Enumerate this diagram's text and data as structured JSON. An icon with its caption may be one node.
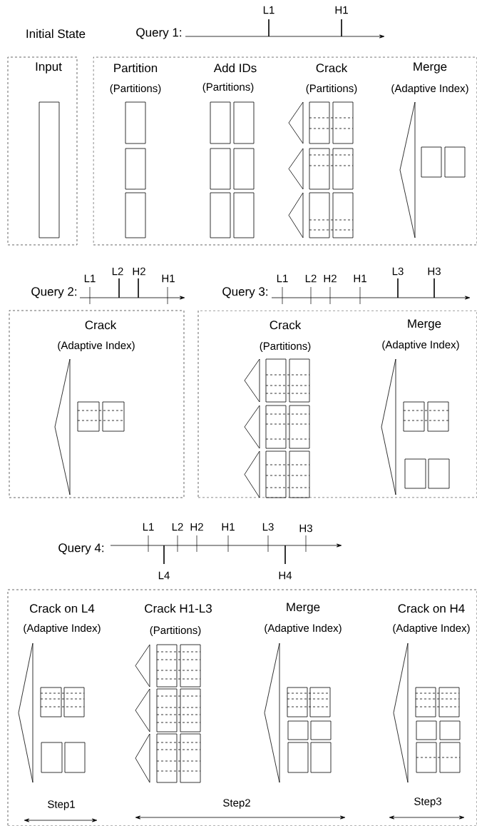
{
  "diagram": {
    "nodes": [
      {
        "text": [
          "Input"
        ]
      },
      {
        "text": [
          "Partition",
          "(Partitions)",
          "Add IDs",
          "(Partitions)",
          "Crack",
          "(Partitions)",
          "Merge",
          "(Adaptive Index)"
        ]
      },
      {
        "text": [
          "Crack",
          "(Adaptive Index)"
        ]
      },
      {
        "text": [
          "Crack",
          "(Partitions)",
          "Merge",
          "(Adaptive Index)"
        ]
      },
      {
        "text": [
          "Crack on L4",
          "(Adaptive Index)",
          "Crack H1-L3",
          "(Partitions)",
          "Merge",
          "(Adaptive Index)",
          "Crack on H4",
          "(Adaptive Index)"
        ]
      }
    ],
    "labels": [
      "Initial State",
      "Query 1:",
      "L1",
      "H1",
      "Query 2:",
      "L1",
      "L2",
      "H2",
      "H1",
      "Query 3:",
      "L1",
      "L2",
      "H2",
      "H1",
      "L3",
      "H3",
      "Query 4:",
      "L1",
      "L2",
      "H2",
      "H1",
      "L3",
      "H3",
      "L4",
      "H4",
      "Step1",
      "Step2",
      "Step3"
    ]
  }
}
